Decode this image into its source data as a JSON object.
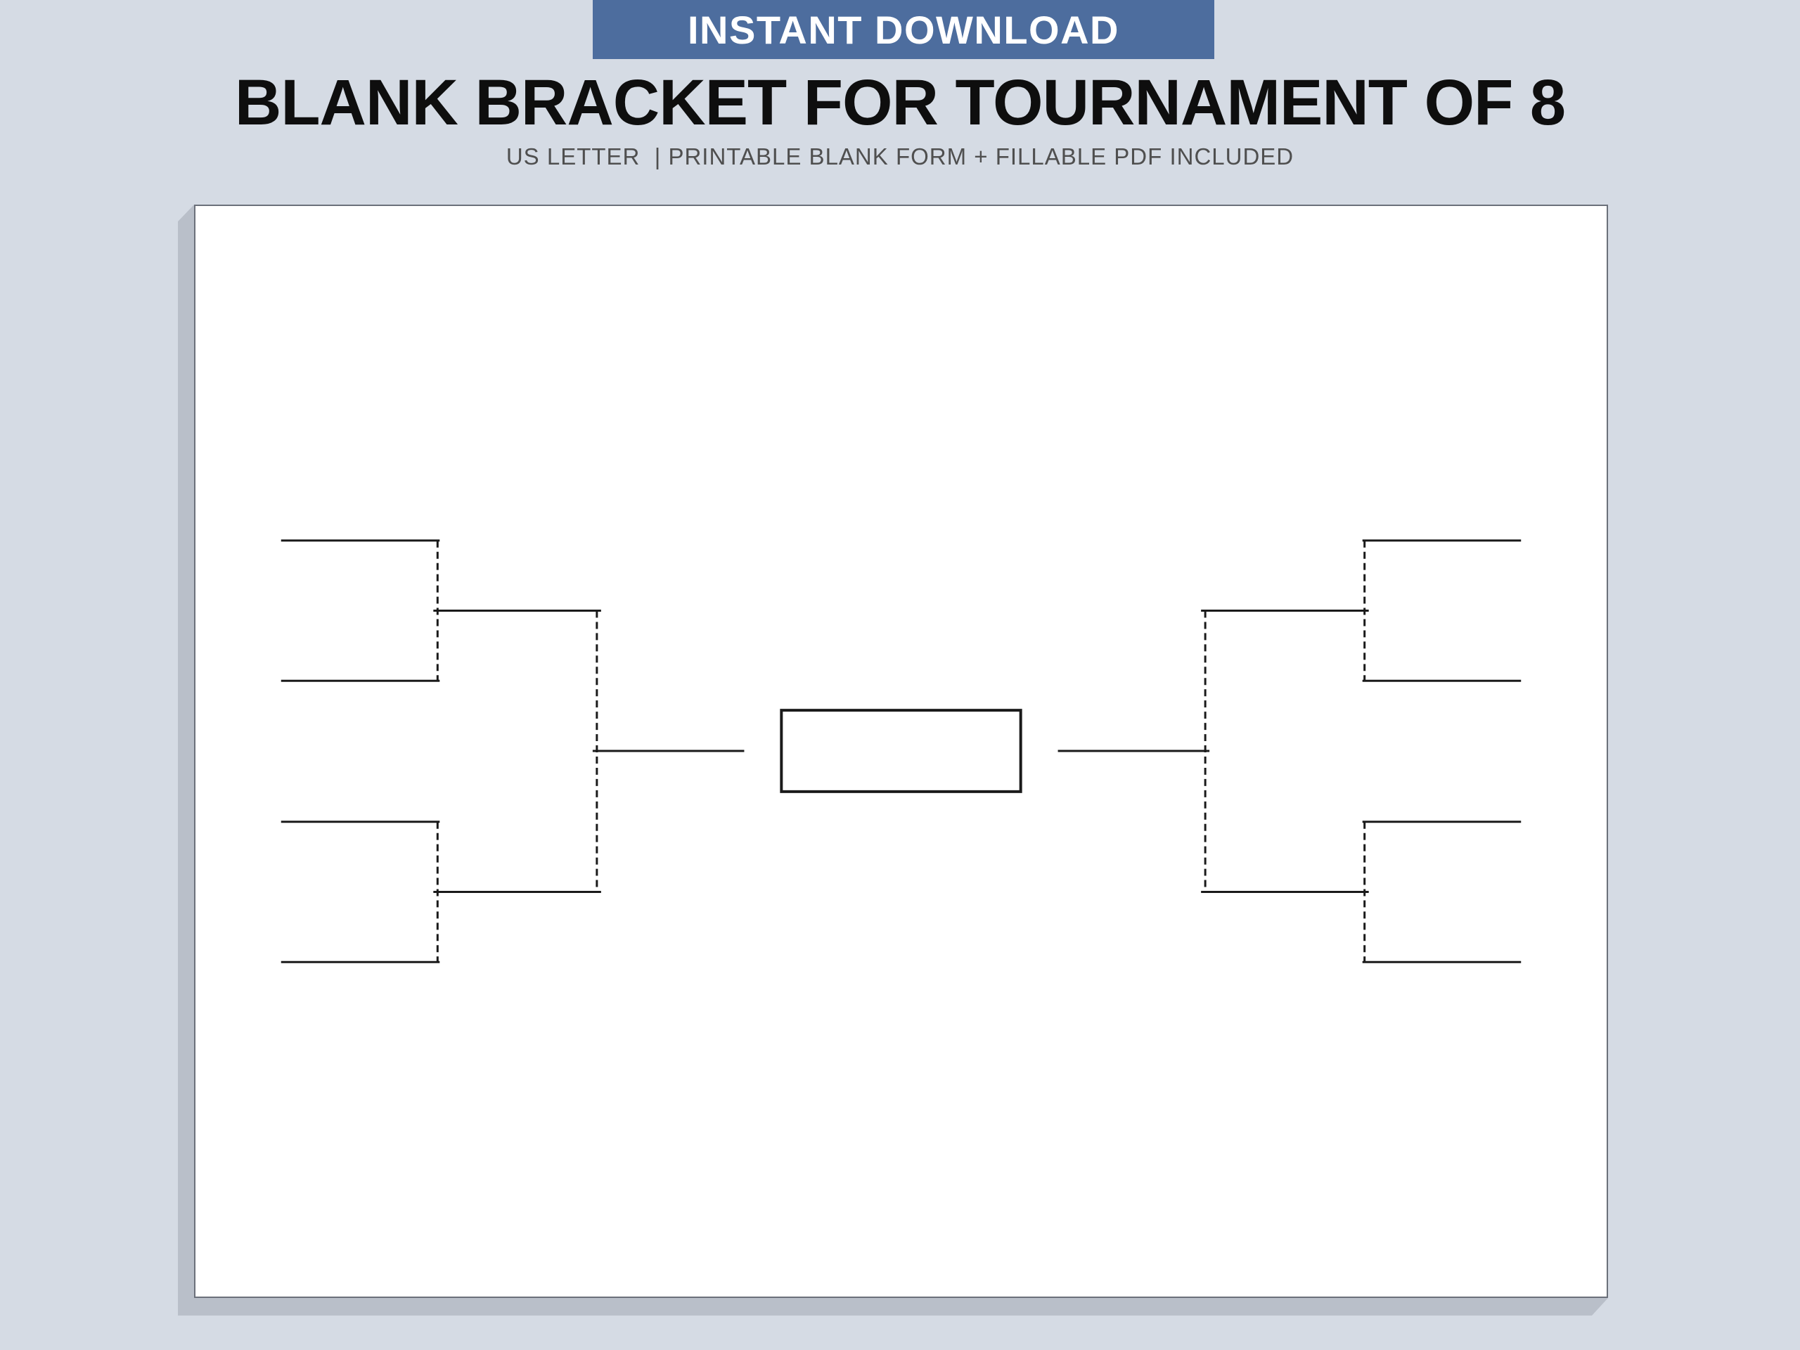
{
  "banner": {
    "label": "INSTANT DOWNLOAD"
  },
  "heading": {
    "title": "BLANK BRACKET FOR TOURNAMENT OF 8",
    "subtitle": "US LETTER  | PRINTABLE BLANK FORM + FILLABLE PDF INCLUDED"
  },
  "colors": {
    "background": "#d5dbe4",
    "banner_bg": "#4d6d9e",
    "banner_text": "#ffffff",
    "title_text": "#0e0e0e",
    "subtitle_text": "#4f4f4f",
    "page_bg": "#ffffff",
    "page_border": "#6b707a",
    "page_shadow": "#b9bfc9",
    "bracket_line": "#1a1a1a"
  },
  "bracket": {
    "team_slots": 8,
    "view": [
      2011,
      1555
    ],
    "line_width": 3,
    "dash_pattern": "10 6",
    "box_stroke_width": 4,
    "solid_lines": [
      [
        122,
        477,
        348,
        477
      ],
      [
        122,
        677,
        348,
        677
      ],
      [
        122,
        878,
        348,
        878
      ],
      [
        122,
        1078,
        348,
        1078
      ],
      [
        339,
        577,
        578,
        577
      ],
      [
        339,
        978,
        578,
        978
      ],
      [
        566,
        777,
        782,
        777
      ],
      [
        1229,
        777,
        1445,
        777
      ],
      [
        1433,
        577,
        1672,
        577
      ],
      [
        1433,
        978,
        1672,
        978
      ],
      [
        1663,
        477,
        1889,
        477
      ],
      [
        1663,
        677,
        1889,
        677
      ],
      [
        1663,
        878,
        1889,
        878
      ],
      [
        1663,
        1078,
        1889,
        1078
      ]
    ],
    "dashed_lines": [
      [
        345,
        477,
        345,
        677
      ],
      [
        345,
        878,
        345,
        1078
      ],
      [
        572,
        577,
        572,
        978
      ],
      [
        1439,
        577,
        1439,
        978
      ],
      [
        1666,
        477,
        1666,
        677
      ],
      [
        1666,
        878,
        1666,
        1078
      ]
    ],
    "final_box": [
      835,
      719,
      341,
      116
    ]
  }
}
